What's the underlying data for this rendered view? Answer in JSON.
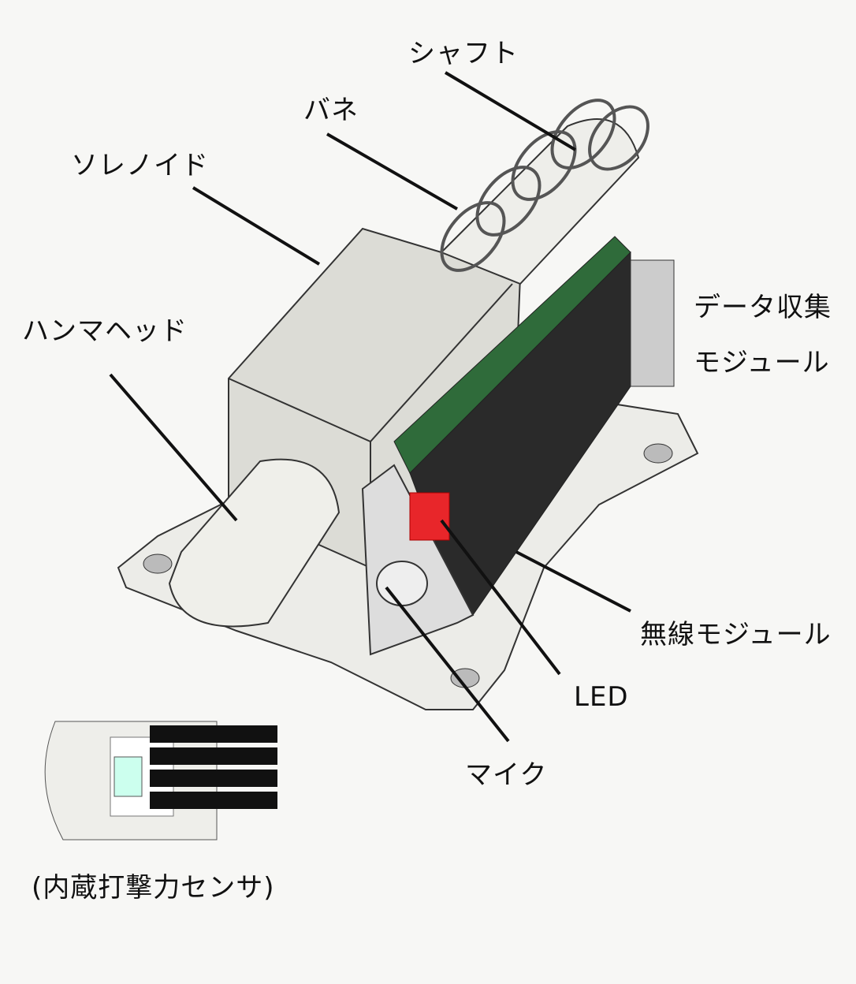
{
  "labels": {
    "shaft": "シャフト",
    "spring": "バネ",
    "solenoid": "ソレノイド",
    "hammer_head": "ハンマヘッド",
    "data_module_line1": "データ収集",
    "data_module_line2": "モジュール",
    "wireless_module": "無線モジュール",
    "led": "LED",
    "mic": "マイク",
    "force_sensor": "(内蔵打撃力センサ)"
  },
  "colors": {
    "pcb_green": "#2f6b3a",
    "led_red": "#e8262a",
    "body_gray": "#d9d9d4"
  }
}
